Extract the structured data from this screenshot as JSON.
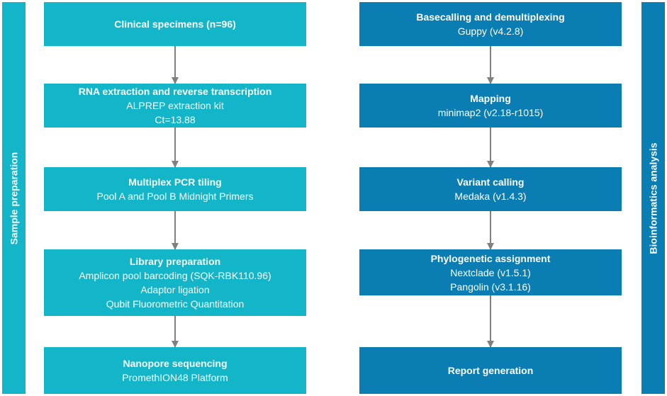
{
  "colors": {
    "sample": "#13b5c8",
    "bioinformatics": "#0a7db3",
    "arrow": "#808080"
  },
  "sidebar_left": {
    "label": "Sample preparation"
  },
  "sidebar_right": {
    "label": "Bioinformatics analysis"
  },
  "left_steps": [
    {
      "title": "Clinical specimens (n=96)",
      "lines": []
    },
    {
      "title": "RNA extraction and reverse transcription",
      "lines": [
        "ALPREP extraction kit",
        "Ct=13.88"
      ]
    },
    {
      "title": "Multiplex PCR tiling",
      "lines": [
        "Pool A and Pool B Midnight Primers"
      ]
    },
    {
      "title": "Library preparation",
      "lines": [
        "Amplicon pool barcoding (SQK-RBK110.96)",
        "Adaptor ligation",
        "Qubit Fluorometric Quantitation"
      ]
    },
    {
      "title": "Nanopore sequencing",
      "lines": [
        "PromethION48 Platform"
      ]
    }
  ],
  "right_steps": [
    {
      "title": "Basecalling and demultiplexing",
      "lines": [
        "Guppy (v4.2.8)"
      ]
    },
    {
      "title": "Mapping",
      "lines": [
        "minimap2 (v2.18-r1015)"
      ]
    },
    {
      "title": "Variant calling",
      "lines": [
        "Medaka (v1.4.3)"
      ]
    },
    {
      "title": "Phylogenetic assignment",
      "lines": [
        "Nextclade (v1.5.1)",
        "Pangolin (v3.1.16)"
      ]
    },
    {
      "title": "Report generation",
      "lines": []
    }
  ]
}
